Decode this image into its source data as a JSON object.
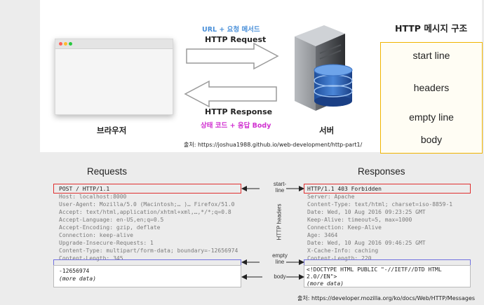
{
  "top": {
    "request_caption": "URL + 요청 메서드",
    "request_label": "HTTP Request",
    "response_label": "HTTP Response",
    "response_caption": "상태 코드 + 응답 Body",
    "browser_label": "브라우저",
    "server_label": "서버",
    "source": "출처: https://joshua1988.github.io/web-development/http-part1/"
  },
  "structure": {
    "title": "HTTP 메시지 구조",
    "sections": [
      "start line",
      "headers",
      "empty line",
      "body"
    ]
  },
  "bottom": {
    "requests_title": "Requests",
    "responses_title": "Responses",
    "labels": {
      "start_line": "start-\nline",
      "http_headers": "HTTP headers",
      "empty_line": "empty\nline",
      "body": "body"
    },
    "request": {
      "start_line": "POST / HTTP/1.1",
      "headers": [
        "Host: localhost:8000",
        "User-Agent: Mozilla/5.0 (Macintosh;… )… Firefox/51.0",
        "Accept: text/html,application/xhtml+xml,…,*/*;q=0.8",
        "Accept-Language: en-US,en;q=0.5",
        "Accept-Encoding: gzip, deflate",
        "Connection: keep-alive",
        "Upgrade-Insecure-Requests: 1",
        "Content-Type: multipart/form-data; boundary=-12656974",
        "Content-Length: 345"
      ],
      "body": [
        "-12656974",
        "(more data)"
      ]
    },
    "response": {
      "start_line": "HTTP/1.1 403 Forbidden",
      "headers": [
        "Server: Apache",
        "Content-Type: text/html; charset=iso-8859-1",
        "Date: Wed, 10 Aug 2016 09:23:25 GMT",
        "Keep-Alive: timeout=5, max=1000",
        "Connection: Keep-Alive",
        "Age: 3464",
        "Date: Wed, 10 Aug 2016 09:46:25 GMT",
        "X-Cache-Info: caching",
        "Content-Length: 220"
      ],
      "body": [
        "<!DOCTYPE HTML PUBLIC \"-//IETF//DTD HTML",
        "2.0//EN\">",
        "(more data)"
      ]
    },
    "source": "출처: https://developer.mozilla.org/ko/docs/Web/HTTP/Messages"
  },
  "colors": {
    "request_caption": "#4a90d9",
    "response_caption": "#d030d0",
    "structure_border": "#f0b400",
    "start_line_box": "#e03030",
    "empty_line_box": "#7070e0"
  }
}
